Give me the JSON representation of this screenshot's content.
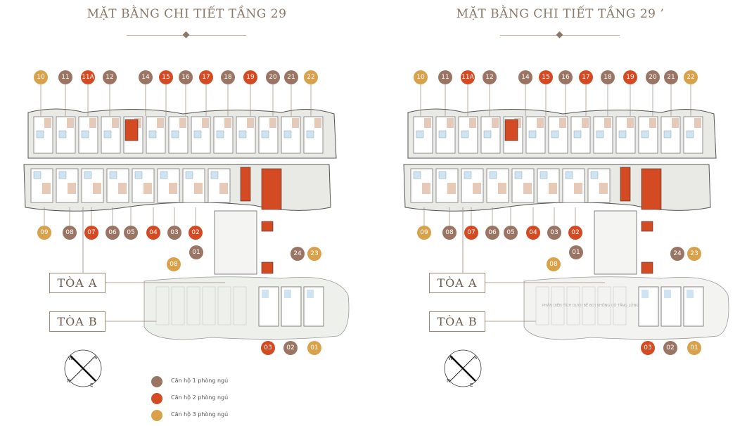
{
  "plans": {
    "left": {
      "title": "MẶT BẰNG CHI TIẾT TẦNG 29"
    },
    "right": {
      "title": "MẶT BẰNG CHI TIẾT TẦNG 29 ’",
      "note": "PHẦN DIỆN TÍCH DƯỚI BỂ BƠI KHÔNG CÓ TẦNG LỬNG"
    }
  },
  "units": {
    "top": [
      {
        "label": "10",
        "type": 3
      },
      {
        "label": "11",
        "type": 1
      },
      {
        "label": "11A",
        "type": 2
      },
      {
        "label": "12",
        "type": 1
      },
      {
        "label": "14",
        "type": 1
      },
      {
        "label": "15",
        "type": 2
      },
      {
        "label": "16",
        "type": 1
      },
      {
        "label": "17",
        "type": 2
      },
      {
        "label": "18",
        "type": 1
      },
      {
        "label": "19",
        "type": 2
      },
      {
        "label": "20",
        "type": 1
      },
      {
        "label": "21",
        "type": 1
      },
      {
        "label": "22",
        "type": 3
      }
    ],
    "bottom": [
      {
        "label": "09",
        "type": 3
      },
      {
        "label": "08",
        "type": 1
      },
      {
        "label": "07",
        "type": 2
      },
      {
        "label": "06",
        "type": 1
      },
      {
        "label": "05",
        "type": 1
      },
      {
        "label": "04",
        "type": 2
      },
      {
        "label": "03",
        "type": 1
      },
      {
        "label": "02",
        "type": 2
      }
    ],
    "core": [
      {
        "label": "01",
        "type": 1
      },
      {
        "label": "08",
        "type": 3
      },
      {
        "label": "24",
        "type": 1
      },
      {
        "label": "23",
        "type": 3
      }
    ],
    "tower_b": [
      {
        "label": "03",
        "type": 2
      },
      {
        "label": "02",
        "type": 1
      },
      {
        "label": "01",
        "type": 3
      }
    ]
  },
  "tower_labels": {
    "a": "TÒA A",
    "b": "TÒA B"
  },
  "compass": {
    "n": "N",
    "s": "S",
    "e": "E",
    "w": "W"
  },
  "legend": [
    {
      "label": "Căn hộ 1 phòng ngủ",
      "color": "#9b7563"
    },
    {
      "label": "Căn hộ 2 phòng ngủ",
      "color": "#d44a22"
    },
    {
      "label": "Căn hộ 3 phòng ngủ",
      "color": "#d9a14a"
    }
  ],
  "colors": {
    "one_bed": "#9b7563",
    "two_bed": "#d44a22",
    "three_bed": "#d9a14a",
    "title": "#8a7766"
  }
}
